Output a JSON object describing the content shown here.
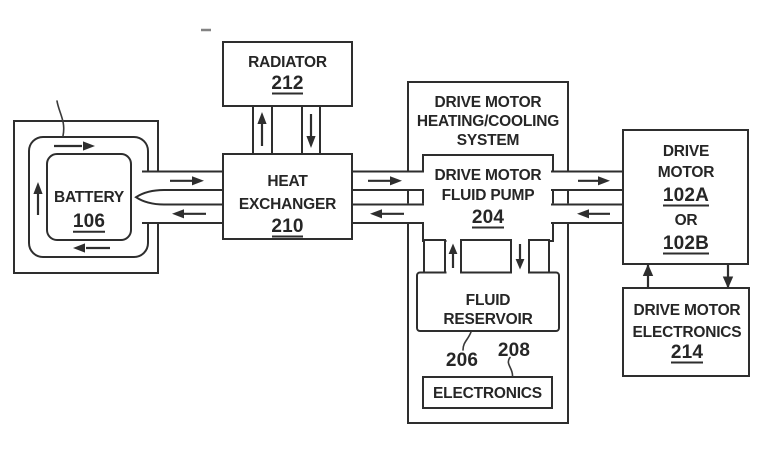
{
  "figure": {
    "battery": {
      "label": "BATTERY",
      "ref": "106"
    },
    "radiator": {
      "label": "RADIATOR",
      "ref": "212"
    },
    "heat_exchanger": {
      "line1": "HEAT",
      "line2": "EXCHANGER",
      "ref": "210"
    },
    "dm_system": {
      "line1": "DRIVE MOTOR",
      "line2": "HEATING/COOLING",
      "line3": "SYSTEM"
    },
    "fluid_pump": {
      "line1": "DRIVE MOTOR",
      "line2": "FLUID PUMP",
      "ref": "204"
    },
    "fluid_reservoir": {
      "line1": "FLUID",
      "line2": "RESERVOIR"
    },
    "ref_206": "206",
    "ref_208": "208",
    "electronics": {
      "label": "ELECTRONICS"
    },
    "drive_motor": {
      "line1": "DRIVE",
      "line2": "MOTOR",
      "ref_a": "102A",
      "conj": "OR",
      "ref_b": "102B"
    },
    "dm_electronics": {
      "line1": "DRIVE MOTOR",
      "line2": "ELECTRONICS",
      "ref": "214"
    },
    "colors": {
      "line": "#2e2e2e",
      "background": "#ffffff"
    }
  }
}
